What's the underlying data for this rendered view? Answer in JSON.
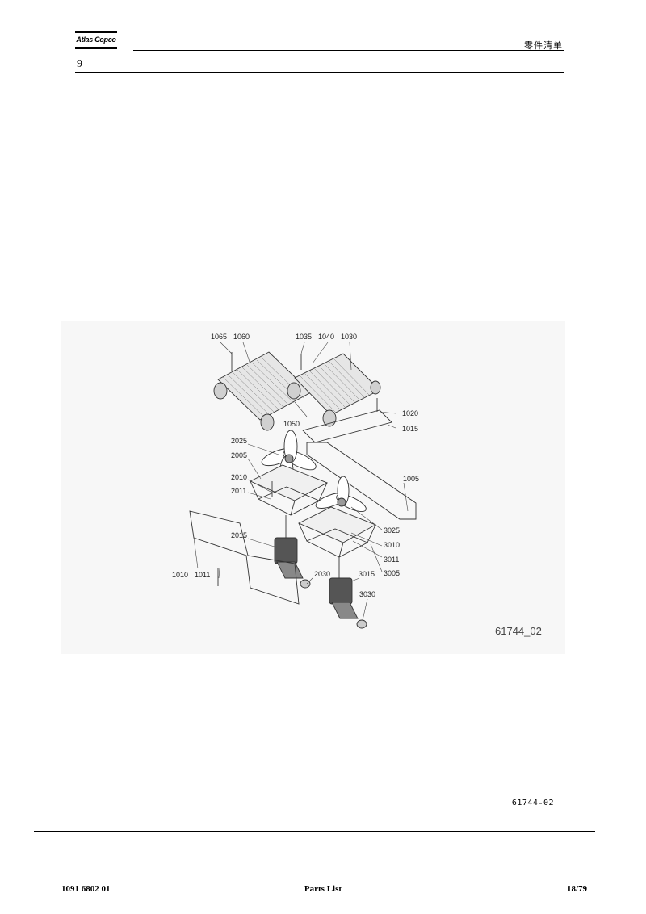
{
  "header": {
    "brand": "Atlas Copco",
    "title": "零件清单",
    "section_number": "9"
  },
  "figure": {
    "id_label": "61744_02",
    "callouts": [
      "1065",
      "1060",
      "1035",
      "1040",
      "1030",
      "1020",
      "1015",
      "1050",
      "1005",
      "2025",
      "2005",
      "2010",
      "2011",
      "2015",
      "1010",
      "1011",
      "2030",
      "3025",
      "3010",
      "3011",
      "3005",
      "3015",
      "3030"
    ]
  },
  "caption": {
    "code": "61744₋02"
  },
  "footer": {
    "document_number": "1091 6802 01",
    "title": "Parts List",
    "page": "18/79"
  }
}
